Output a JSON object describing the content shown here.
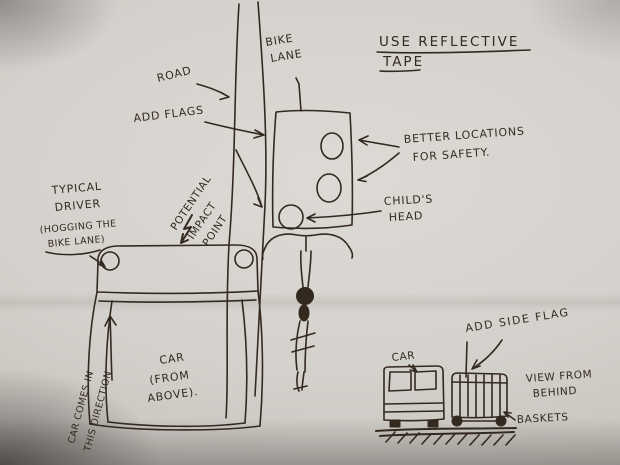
{
  "title": "Hand-drawn bike trailer safety sketch",
  "paper_color": "#d4d1cc",
  "ink_color": "#33291f",
  "labels": {
    "bike_lane": [
      "BIKE",
      "LANE"
    ],
    "road": "ROAD",
    "add_flags": "ADD FLAGS",
    "reflective": [
      "USE REFLECTIVE",
      "TAPE"
    ],
    "better_locations": [
      "BETTER LOCATIONS",
      "FOR SAFETY."
    ],
    "childs_head": [
      "CHILD'S",
      "HEAD"
    ],
    "typical_driver": [
      "TYPICAL",
      "DRIVER"
    ],
    "hogging": [
      "(HOGGING THE",
      "BIKE LANE)"
    ],
    "impact": [
      "POTENTIAL",
      "IMPACT",
      "POINT"
    ],
    "car_above": [
      "CAR",
      "(FROM",
      "ABOVE)."
    ],
    "car_direction": [
      "CAR COMES IN",
      "THIS DIRECTION"
    ],
    "add_side_flag": "ADD SIDE FLAG",
    "car_small": "CAR",
    "view_from_behind": [
      "VIEW FROM",
      "BEHIND"
    ],
    "baskets": "BASKETS"
  }
}
